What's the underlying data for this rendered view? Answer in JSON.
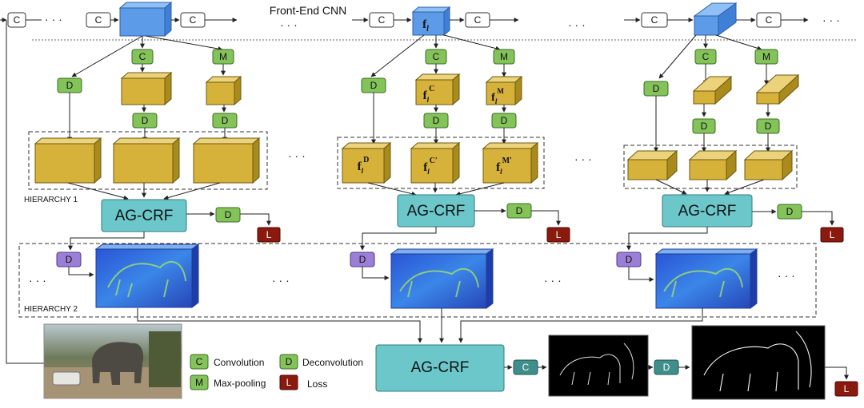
{
  "header": {
    "title": "Front-End CNN",
    "feature_label": "f",
    "feature_sub": "l"
  },
  "ops": {
    "conv": "C",
    "maxpool": "M",
    "deconv": "D",
    "loss": "L"
  },
  "block_labels": {
    "agcrf": "AG-CRF"
  },
  "features": {
    "sup": {
      "conv": "C",
      "maxpool": "M",
      "deconv": "D",
      "conv_prime": "C′",
      "maxpool_prime": "M′"
    }
  },
  "hierarchies": {
    "h1": "HIERARCHY 1",
    "h2": "HIERARCHY 2"
  },
  "ellipsis": "· · ·",
  "legend": {
    "conv": "Convolution",
    "maxpool": "Max-pooling",
    "deconv": "Deconvolution",
    "loss": "Loss"
  },
  "colors": {
    "conv_green": "#84c25a",
    "deconv_purple": "#9b7fd6",
    "loss_red": "#8b1a0e",
    "crf_teal": "#6cc7cb",
    "feature_gold": "#d6b23a",
    "cnn_blue": "#5b9be8",
    "final_teal": "#3f8e8a"
  }
}
